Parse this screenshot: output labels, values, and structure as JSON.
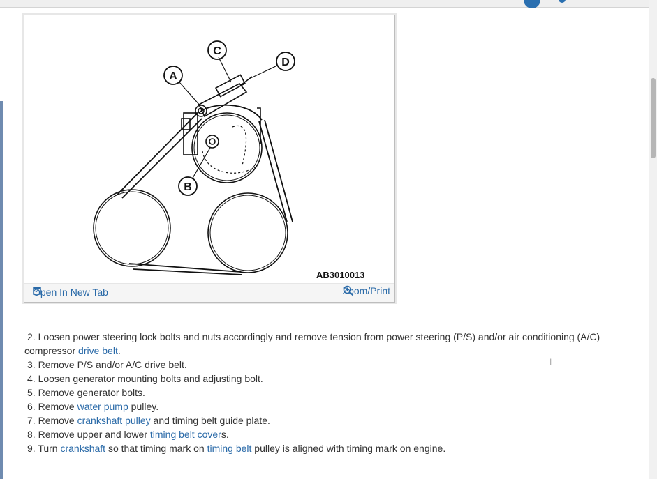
{
  "figure": {
    "code": "AB3010013",
    "callouts": {
      "a": "A",
      "b": "B",
      "c": "C",
      "d": "D"
    },
    "open_tab_label": "Open In New Tab",
    "zoom_label": "Zoom/Print",
    "icons": {
      "open_tab": "open-in-new-tab-icon",
      "zoom": "zoom-in-icon"
    }
  },
  "steps": [
    {
      "num": "2.",
      "parts": [
        {
          "t": "Loosen power steering lock bolts and nuts accordingly and remove tension from power steering (P/S) and/or air conditioning (A/C) compressor "
        },
        {
          "t": "drive belt",
          "link": true
        },
        {
          "t": "."
        }
      ]
    },
    {
      "num": "3.",
      "parts": [
        {
          "t": "Remove P/S and/or A/C drive belt."
        }
      ]
    },
    {
      "num": "4.",
      "parts": [
        {
          "t": "Loosen generator mounting bolts and adjusting bolt."
        }
      ]
    },
    {
      "num": "5.",
      "parts": [
        {
          "t": "Remove generator bolts."
        }
      ]
    },
    {
      "num": "6.",
      "parts": [
        {
          "t": "Remove "
        },
        {
          "t": "water pump",
          "link": true
        },
        {
          "t": " pulley."
        }
      ]
    },
    {
      "num": "7.",
      "parts": [
        {
          "t": "Remove "
        },
        {
          "t": "crankshaft pulley",
          "link": true
        },
        {
          "t": " and timing belt guide plate."
        }
      ]
    },
    {
      "num": "8.",
      "parts": [
        {
          "t": "Remove upper and lower "
        },
        {
          "t": "timing belt cover",
          "link": true
        },
        {
          "t": "s."
        }
      ]
    },
    {
      "num": "9.",
      "parts": [
        {
          "t": "Turn "
        },
        {
          "t": "crankshaft",
          "link": true
        },
        {
          "t": " so that timing mark on "
        },
        {
          "t": "timing belt",
          "link": true
        },
        {
          "t": " pulley is aligned with timing mark on engine."
        }
      ]
    }
  ],
  "colors": {
    "link": "#2a6aa8",
    "text": "#333333",
    "drawing": "#111111",
    "accent": "#2a6fb0"
  }
}
